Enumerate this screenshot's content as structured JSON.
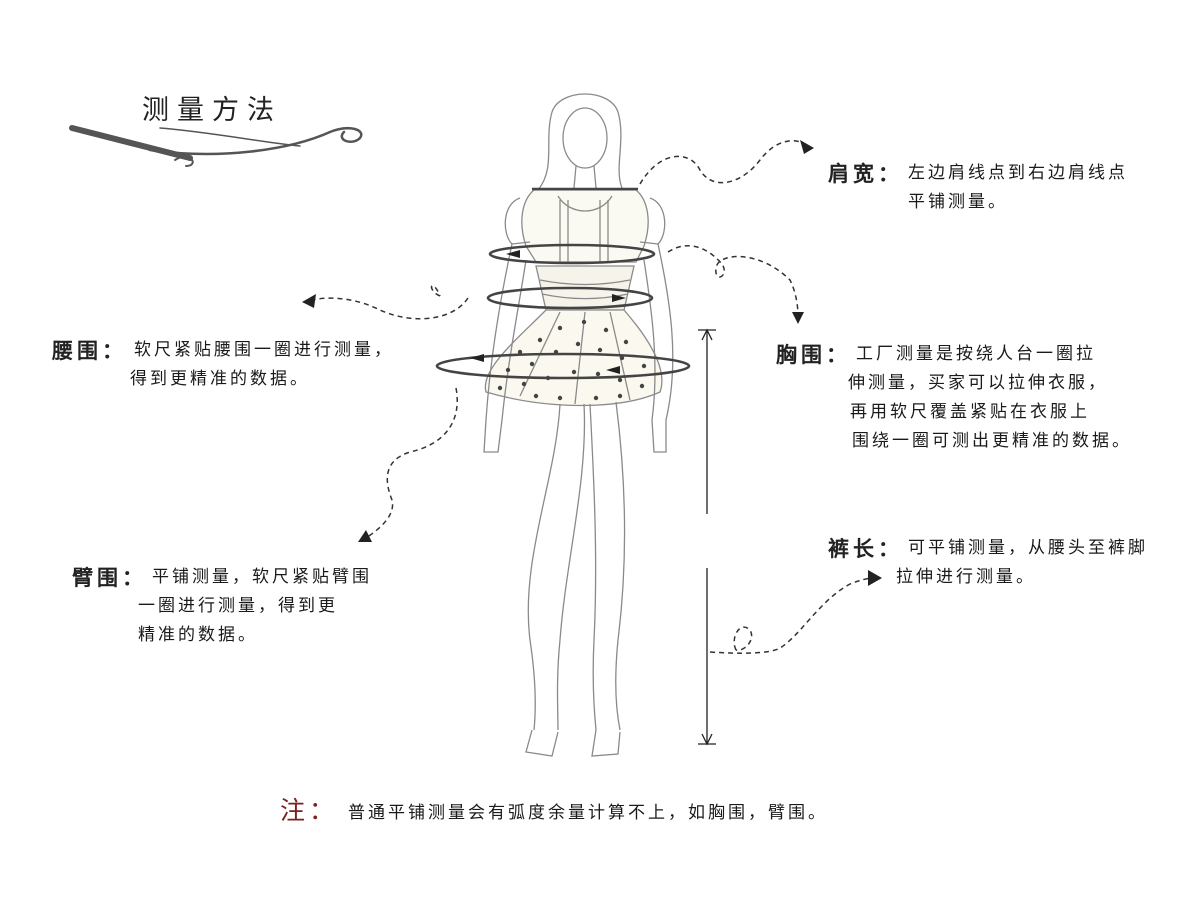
{
  "title": "测量方法",
  "sections": {
    "shoulder": {
      "label": "肩宽：",
      "lines": [
        "左边肩线点到右边肩线点",
        "平铺测量。"
      ]
    },
    "waist": {
      "label": "腰围：",
      "lines": [
        "软尺紧贴腰围一圈进行测量，",
        "得到更精准的数据。"
      ]
    },
    "chest": {
      "label": "胸围：",
      "lines": [
        "工厂测量是按绕人台一圈拉",
        "伸测量，买家可以拉伸衣服，",
        "再用软尺覆盖紧贴在衣服上",
        "围绕一圈可测出更精准的数据。"
      ]
    },
    "hip": {
      "label": "臂围：",
      "lines": [
        "平铺测量，软尺紧贴臂围",
        "一圈进行测量，得到更",
        "精准的数据。"
      ]
    },
    "length": {
      "label": "裤长：",
      "lines": [
        "可平铺测量，从腰头至裤脚",
        "拉伸进行测量。"
      ]
    }
  },
  "note": {
    "label": "注：",
    "text": "普通平铺测量会有弧度余量计算不上，如胸围，臂围。"
  },
  "colors": {
    "ink": "#1a1a1a",
    "note_accent": "#7a2020",
    "sketch": "#8a8a8a",
    "swirl": "#555555"
  }
}
